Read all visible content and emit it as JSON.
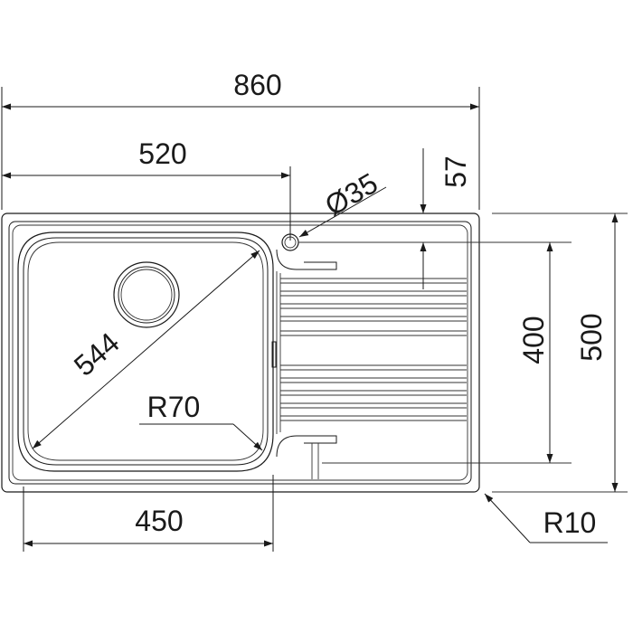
{
  "drawing": {
    "overall_width": "860",
    "tap_offset": "520",
    "tap_hole": "Ø35",
    "tap_from_edge": "57",
    "bowl_diagonal": "544",
    "bowl_radius": "R70",
    "bowl_width": "450",
    "drainer_depth": "400",
    "overall_depth": "500",
    "corner_radius": "R10"
  }
}
